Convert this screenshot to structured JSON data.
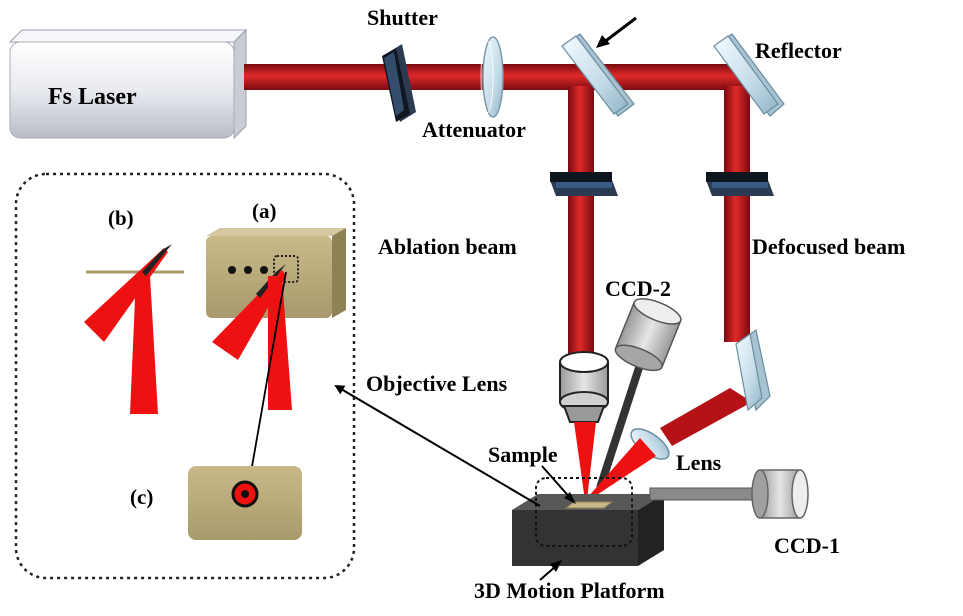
{
  "labels": {
    "laser": "Fs Laser",
    "shutter": "Shutter",
    "attenuator": "Attenuator",
    "reflector": "Reflector",
    "ablation_beam": "Ablation beam",
    "defocused_beam": "Defocused beam",
    "ccd2": "CCD-2",
    "objective_lens": "Objective Lens",
    "sample": "Sample",
    "lens": "Lens",
    "ccd1": "CCD-1",
    "platform": "3D Motion Platform",
    "inset_a": "(a)",
    "inset_b": "(b)",
    "inset_c": "(c)"
  },
  "colors": {
    "beam": "#c0101a",
    "beam_highlight": "#e83a3a",
    "beam_shadow": "#7a0a10",
    "cone": "#ee1111",
    "sample_tan": "#b5a577",
    "sample_tan_dark": "#8f8156",
    "mirror_face": "#cfe4ee",
    "mirror_edge": "#6a8ea0",
    "platform_top": "#555555",
    "platform_front": "#2f2f2f",
    "camera_body": "#b8b8b8",
    "camera_light": "#e8e8e8",
    "laser_box": "#e6e8ee",
    "dotted": "#222222"
  }
}
